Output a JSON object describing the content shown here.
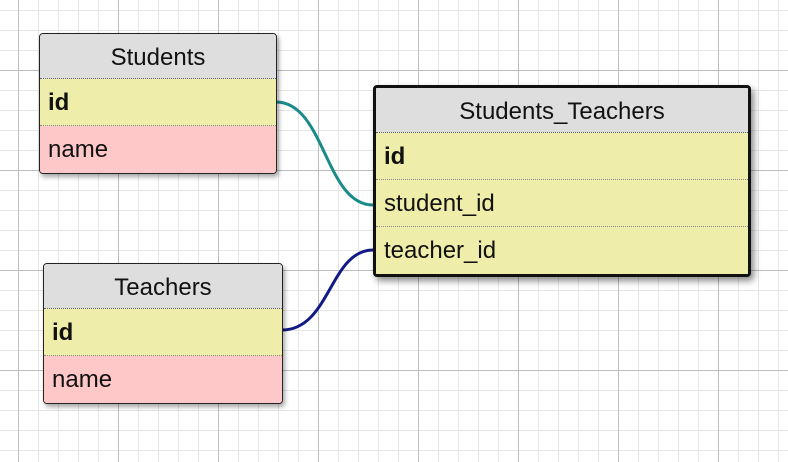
{
  "tables": {
    "students": {
      "title": "Students",
      "columns": [
        {
          "name": "id",
          "kind": "primary-key"
        },
        {
          "name": "name",
          "kind": "column"
        }
      ]
    },
    "teachers": {
      "title": "Teachers",
      "columns": [
        {
          "name": "id",
          "kind": "primary-key"
        },
        {
          "name": "name",
          "kind": "column"
        }
      ]
    },
    "students_teachers": {
      "title": "Students_Teachers",
      "columns": [
        {
          "name": "id",
          "kind": "primary-key"
        },
        {
          "name": "student_id",
          "kind": "foreign-key"
        },
        {
          "name": "teacher_id",
          "kind": "foreign-key"
        }
      ]
    }
  },
  "relations": [
    {
      "from": "students.id",
      "to": "students_teachers.student_id",
      "color": "#1a8a8a"
    },
    {
      "from": "teachers.id",
      "to": "students_teachers.teacher_id",
      "color": "#111a85"
    }
  ],
  "colors": {
    "header": "#dedede",
    "key_row": "#eeeeaa",
    "plain_row": "#ffc8c8"
  }
}
